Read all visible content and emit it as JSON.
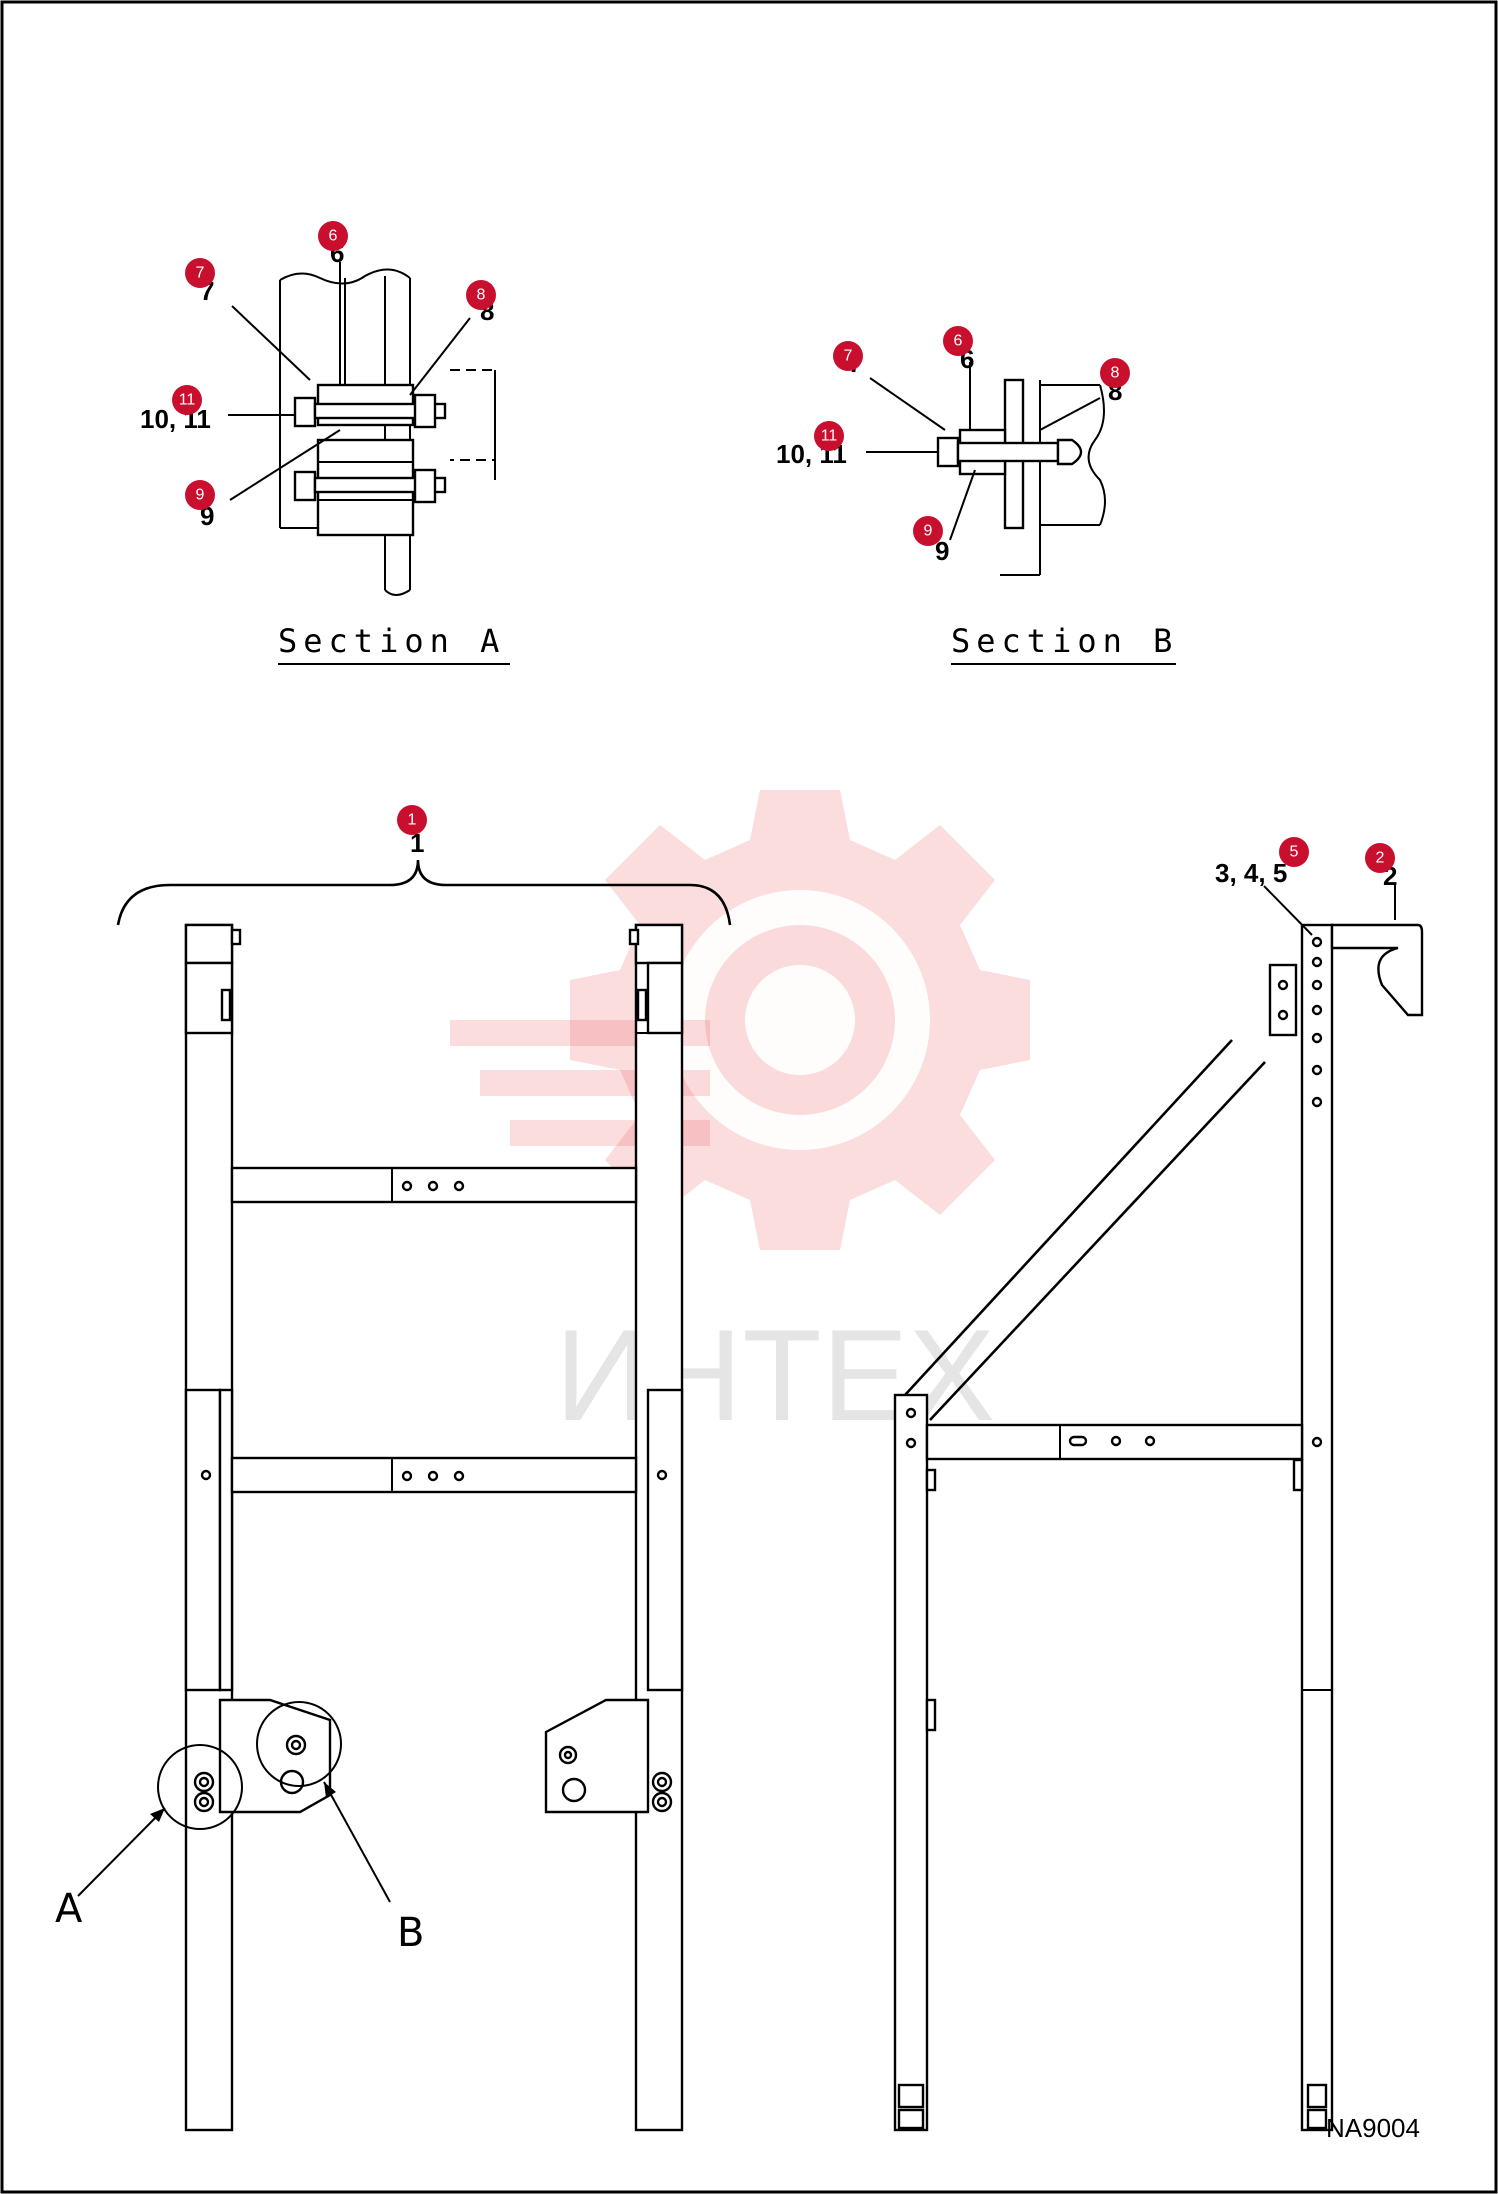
{
  "drawing_code": "NA9004",
  "watermark": {
    "text": "ИНТЕХ",
    "color": "#e8404a"
  },
  "marker_color": "#c8102e",
  "sections": {
    "a": {
      "title": "Section A",
      "labels": {
        "p7": "7",
        "p6": "6",
        "p8": "8",
        "p1011": "10, 11",
        "p9": "9"
      }
    },
    "b": {
      "title": "Section B",
      "labels": {
        "p7": "7",
        "p6": "6",
        "p8": "8",
        "p1011": "10, 11",
        "p9": "9"
      }
    }
  },
  "main": {
    "label_1": "1",
    "label_2": "2",
    "label_345": "3, 4, 5",
    "detail_a": "A",
    "detail_b": "B"
  },
  "markers": {
    "a7": "7",
    "a6": "6",
    "a8": "8",
    "a11": "11",
    "a9": "9",
    "b7": "7",
    "b6": "6",
    "b8": "8",
    "b11": "11",
    "b9": "9",
    "m1": "1",
    "m5": "5",
    "m2": "2"
  }
}
